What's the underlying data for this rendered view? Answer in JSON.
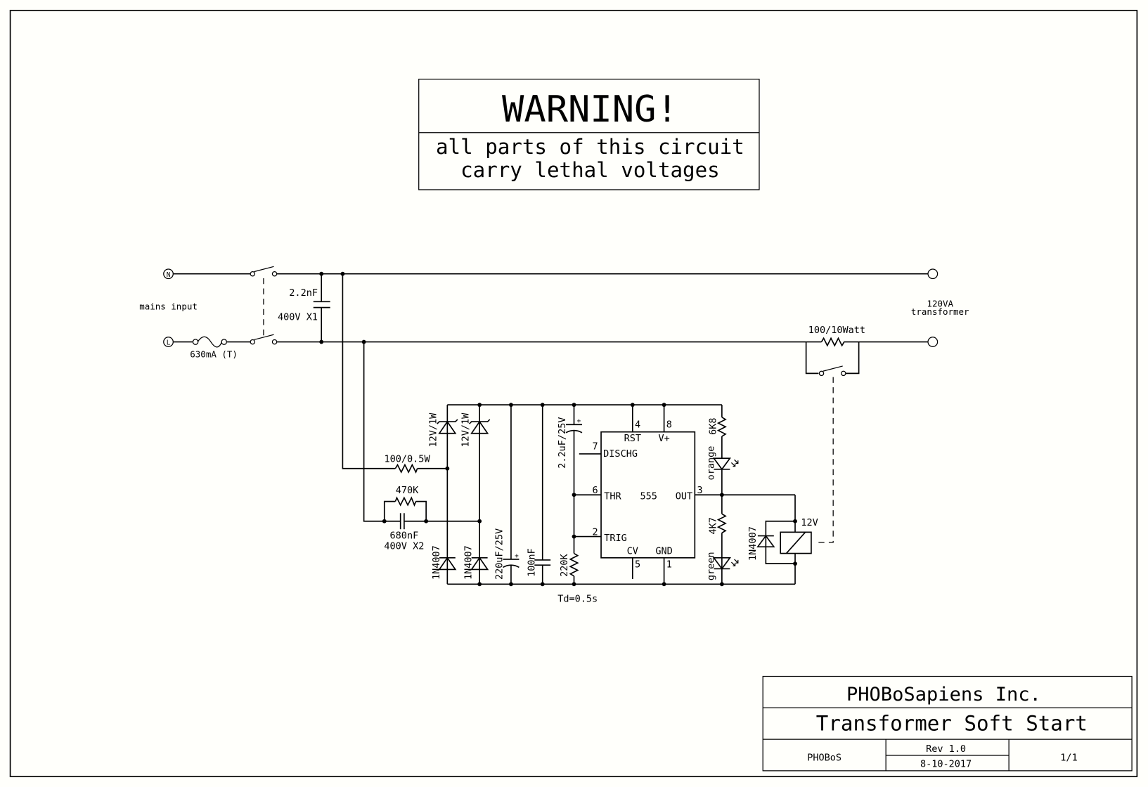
{
  "warning": {
    "title": "WARNING!",
    "line1": "all parts of this circuit",
    "line2": "carry lethal voltages"
  },
  "mains": {
    "label": "mains input",
    "neutral": "N",
    "live": "L",
    "fuse": "630mA (T)",
    "x_cap_value": "2.2nF",
    "x_cap_rating": "400V X1"
  },
  "transformer": {
    "line1": "120VA",
    "line2": "transformer"
  },
  "bypass_resistor": "100/10Watt",
  "supply": {
    "r_series": "100/0.5W",
    "r_bleed": "470K",
    "x2_cap_value": "680nF",
    "x2_cap_rating": "400V X2",
    "zener1": "12V/1W",
    "zener2": "12V/1W",
    "diode1": "1N4007",
    "diode2": "1N4007",
    "cap_bulk": "220uF/25V",
    "cap_decouple": "100nF"
  },
  "timer": {
    "cap": "2.2uF/25V",
    "resistor": "220K",
    "delay": "Td=0.5s",
    "chip": "555",
    "pins": {
      "rst": "RST",
      "rst_num": "4",
      "vcc": "V+",
      "vcc_num": "8",
      "disch": "DISCHG",
      "disch_num": "7",
      "thr": "THR",
      "thr_num": "6",
      "trig": "TRIG",
      "trig_num": "2",
      "cv": "CV",
      "cv_num": "5",
      "gnd": "GND",
      "gnd_num": "1",
      "out": "OUT",
      "out_num": "3"
    }
  },
  "indicators": {
    "r_orange": "6K8",
    "led_orange": "orange",
    "r_green": "4K7",
    "led_green": "green"
  },
  "relay": {
    "diode": "1N4007",
    "voltage": "12V"
  },
  "title_block": {
    "company": "PHOBoSapiens Inc.",
    "title": "Transformer Soft Start",
    "author": "PHOBoS",
    "revision": "Rev 1.0",
    "date": "8-10-2017",
    "sheet": "1/1"
  }
}
